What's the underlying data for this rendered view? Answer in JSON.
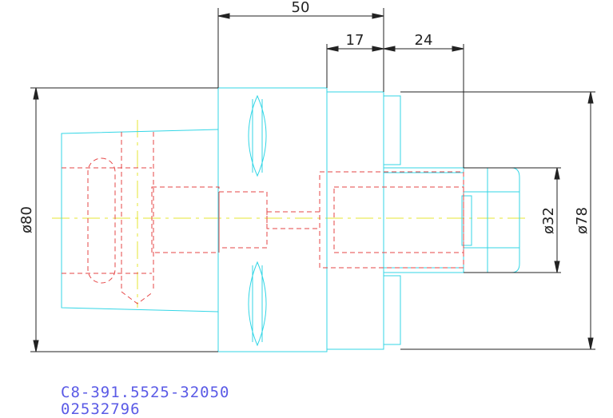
{
  "drawing": {
    "dimensions": {
      "d50": "50",
      "d17": "17",
      "d24": "24",
      "dia80": "ø80",
      "dia32": "ø32",
      "dia78": "ø78"
    },
    "part_code": "C8-391.5525-32050",
    "serial": "02532796"
  },
  "colors": {
    "outline": "#33d6e6",
    "hidden": "#e64646",
    "center": "#e6e633",
    "dimension": "#222222",
    "label": "#5a5ae6"
  }
}
